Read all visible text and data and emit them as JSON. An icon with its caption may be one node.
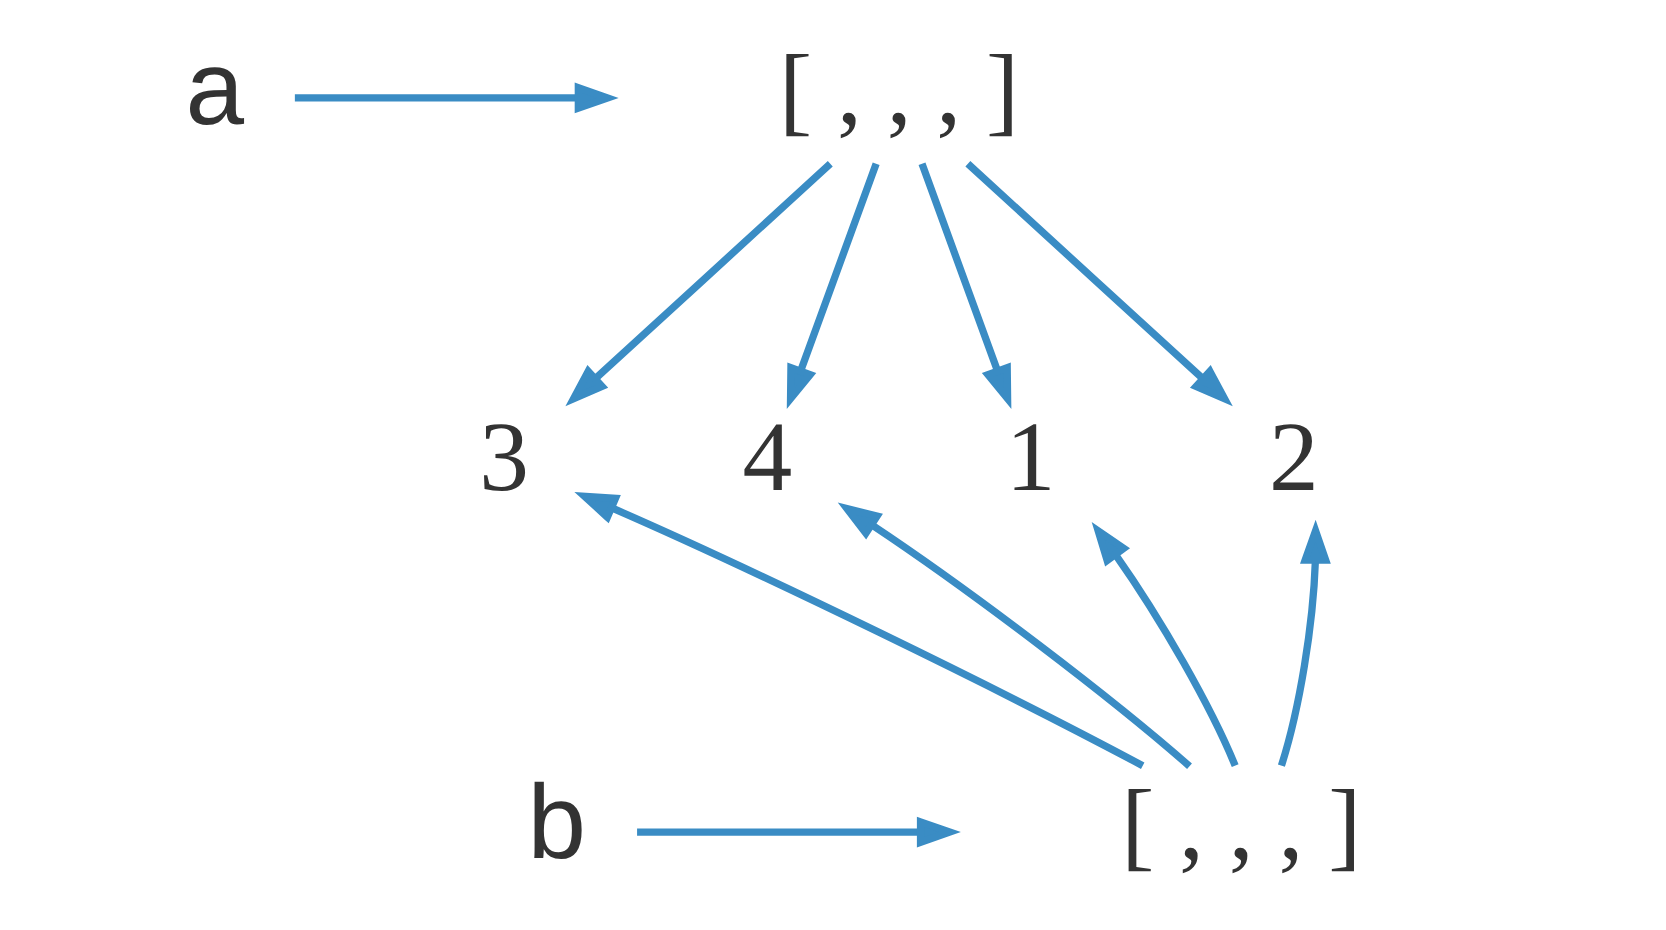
{
  "diagram": {
    "nodes": [
      {
        "text": [
          "a"
        ]
      },
      {
        "text": [
          "[ , , , ]"
        ]
      },
      {
        "text": [
          "1"
        ]
      },
      {
        "text": [
          "2"
        ]
      },
      {
        "text": [
          "3"
        ]
      },
      {
        "text": [
          "4"
        ]
      },
      {
        "text": [
          "b"
        ]
      },
      {
        "text": [
          "[ , , , ]"
        ]
      }
    ],
    "edges": [
      {
        "from": 0,
        "to": 1,
        "arrow": "to",
        "color": "#3a8cc4"
      },
      {
        "from": 1,
        "to": 2,
        "arrow": "to",
        "color": "#3a8cc4"
      },
      {
        "from": 1,
        "to": 3,
        "arrow": "to",
        "color": "#3a8cc4"
      },
      {
        "from": 1,
        "to": 4,
        "arrow": "to",
        "color": "#3a8cc4"
      },
      {
        "from": 1,
        "to": 5,
        "arrow": "to",
        "color": "#3a8cc4"
      },
      {
        "from": 6,
        "to": 7,
        "arrow": "to",
        "color": "#3a8cc4"
      },
      {
        "from": 7,
        "to": 2,
        "arrow": "to",
        "color": "#3a8cc4"
      },
      {
        "from": 7,
        "to": 3,
        "arrow": "to",
        "color": "#3a8cc4"
      },
      {
        "from": 7,
        "to": 4,
        "arrow": "to",
        "color": "#3a8cc4"
      },
      {
        "from": 7,
        "to": 5,
        "arrow": "to",
        "color": "#3a8cc4"
      }
    ]
  }
}
